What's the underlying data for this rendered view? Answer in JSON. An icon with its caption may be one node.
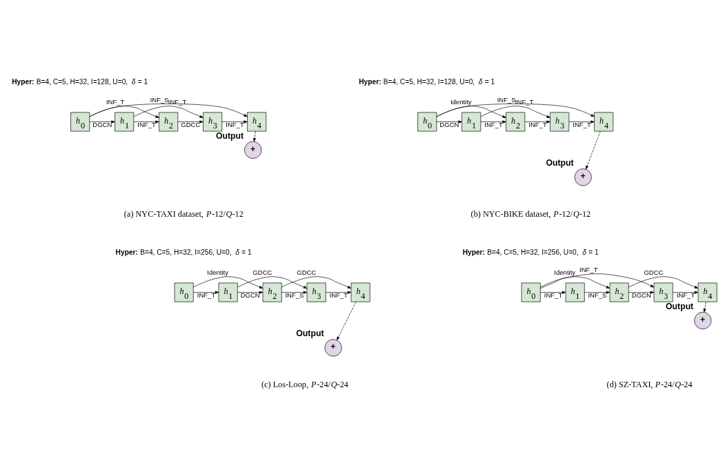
{
  "diagram": {
    "nodes": [
      {
        "text": [
          "*h*$_{0}$"
        ]
      },
      {
        "text": [
          "*h*$_{1}$"
        ]
      },
      {
        "text": [
          "*h*$_{2}$"
        ]
      },
      {
        "text": [
          "*h*$_{3}$"
        ]
      },
      {
        "text": [
          "*h*$_{4}$"
        ]
      },
      {
        "text": [
          "+"
        ],
        "beside": [
          "Output"
        ]
      },
      {
        "text": [
          "*h*$_{0}$"
        ]
      },
      {
        "text": [
          "*h*$_{1}$"
        ]
      },
      {
        "text": [
          "*h*$_{2}$"
        ]
      },
      {
        "text": [
          "*h*$_{3}$"
        ]
      },
      {
        "text": [
          "*h*$_{4}$"
        ]
      },
      {
        "text": [
          "+"
        ],
        "beside": [
          "Output"
        ]
      },
      {
        "text": [
          "*h*$_{0}$"
        ]
      },
      {
        "text": [
          "*h*$_{1}$"
        ]
      },
      {
        "text": [
          "*h*$_{2}$"
        ]
      },
      {
        "text": [
          "*h*$_{3}$"
        ]
      },
      {
        "text": [
          "*h*$_{4}$"
        ]
      },
      {
        "text": [
          "+"
        ],
        "beside": [
          "Output"
        ]
      },
      {
        "text": [
          "*h*$_{0}$"
        ]
      },
      {
        "text": [
          "*h*$_{1}$"
        ]
      },
      {
        "text": [
          "*h*$_{2}$"
        ]
      },
      {
        "text": [
          "*h*$_{3}$"
        ]
      },
      {
        "text": [
          "*h*$_{4}$"
        ]
      },
      {
        "text": [
          "+"
        ],
        "beside": [
          "Output"
        ]
      }
    ],
    "edges": [
      {
        "from": 0,
        "to": 1,
        "arrow": "to",
        "label": "DGCN"
      },
      {
        "from": 1,
        "to": 2,
        "arrow": "to",
        "label": "INF_T"
      },
      {
        "from": 2,
        "to": 3,
        "arrow": "to",
        "label": "GDCC"
      },
      {
        "from": 3,
        "to": 4,
        "arrow": "to",
        "label": "INF_T"
      },
      {
        "from": 0,
        "to": 4,
        "arrow": "to",
        "label": "INF_S"
      },
      {
        "from": 1,
        "to": 3,
        "arrow": "to",
        "label": "INF_T"
      },
      {
        "from": 0,
        "to": 2,
        "arrow": "to",
        "label": "INF_T"
      },
      {
        "from": 4,
        "to": 5,
        "arrow": "to",
        "style": "dashed"
      },
      {
        "from": 6,
        "to": 7,
        "arrow": "to",
        "label": "DGCN"
      },
      {
        "from": 7,
        "to": 8,
        "arrow": "to",
        "label": "INF_T"
      },
      {
        "from": 8,
        "to": 9,
        "arrow": "to",
        "label": "INF_T"
      },
      {
        "from": 9,
        "to": 10,
        "arrow": "to",
        "label": "INF_T"
      },
      {
        "from": 6,
        "to": 10,
        "arrow": "to",
        "label": "INF_S"
      },
      {
        "from": 7,
        "to": 9,
        "arrow": "to",
        "label": "INF_T"
      },
      {
        "from": 6,
        "to": 8,
        "arrow": "to",
        "label": "Identity"
      },
      {
        "from": 10,
        "to": 11,
        "arrow": "to",
        "style": "dashed"
      },
      {
        "from": 12,
        "to": 13,
        "arrow": "to",
        "label": "INF_T"
      },
      {
        "from": 13,
        "to": 14,
        "arrow": "to",
        "label": "DGCN"
      },
      {
        "from": 14,
        "to": 15,
        "arrow": "to",
        "label": "INF_S"
      },
      {
        "from": 15,
        "to": 16,
        "arrow": "to",
        "label": "INF_T"
      },
      {
        "from": 13,
        "to": 15,
        "arrow": "to",
        "label": "GDCC"
      },
      {
        "from": 14,
        "to": 16,
        "arrow": "to",
        "label": "GDCC"
      },
      {
        "from": 12,
        "to": 14,
        "arrow": "to",
        "label": "Identity"
      },
      {
        "from": 16,
        "to": 17,
        "arrow": "to",
        "style": "dashed"
      },
      {
        "from": 18,
        "to": 19,
        "arrow": "to",
        "label": "INF_T"
      },
      {
        "from": 19,
        "to": 20,
        "arrow": "to",
        "label": "INF_S"
      },
      {
        "from": 20,
        "to": 21,
        "arrow": "to",
        "label": "DGCN"
      },
      {
        "from": 21,
        "to": 22,
        "arrow": "to",
        "label": "INF_T"
      },
      {
        "from": 18,
        "to": 21,
        "arrow": "to",
        "label": "INF_T"
      },
      {
        "from": 20,
        "to": 22,
        "arrow": "to",
        "label": "GDCC"
      },
      {
        "from": 18,
        "to": 20,
        "arrow": "to",
        "label": "Identity"
      },
      {
        "from": 22,
        "to": 23,
        "arrow": "to",
        "style": "dashed"
      }
    ],
    "labels": [
      "**Hyper:** B=4, C=5, H=32, I=128, U=0, *δ* = 1",
      "**Hyper:** B=4, C=5, H=32, I=128, U=0, *δ* = 1",
      "(a) NYC-TAXI dataset, *P*-12/*Q*-12",
      "(b) NYC-BIKE dataset, *P*-12/*Q*-12",
      "**Hyper:** B=4, C=5, H=32, I=256, U=0, *δ* = 1",
      "**Hyper:** B=4, C=5, H=32, I=256, U=0, *δ* = 1",
      "(c) Los-Loop, *P*-24/*Q*-24",
      "(d) SZ-TAXI, *P*-24/*Q*-24"
    ]
  }
}
